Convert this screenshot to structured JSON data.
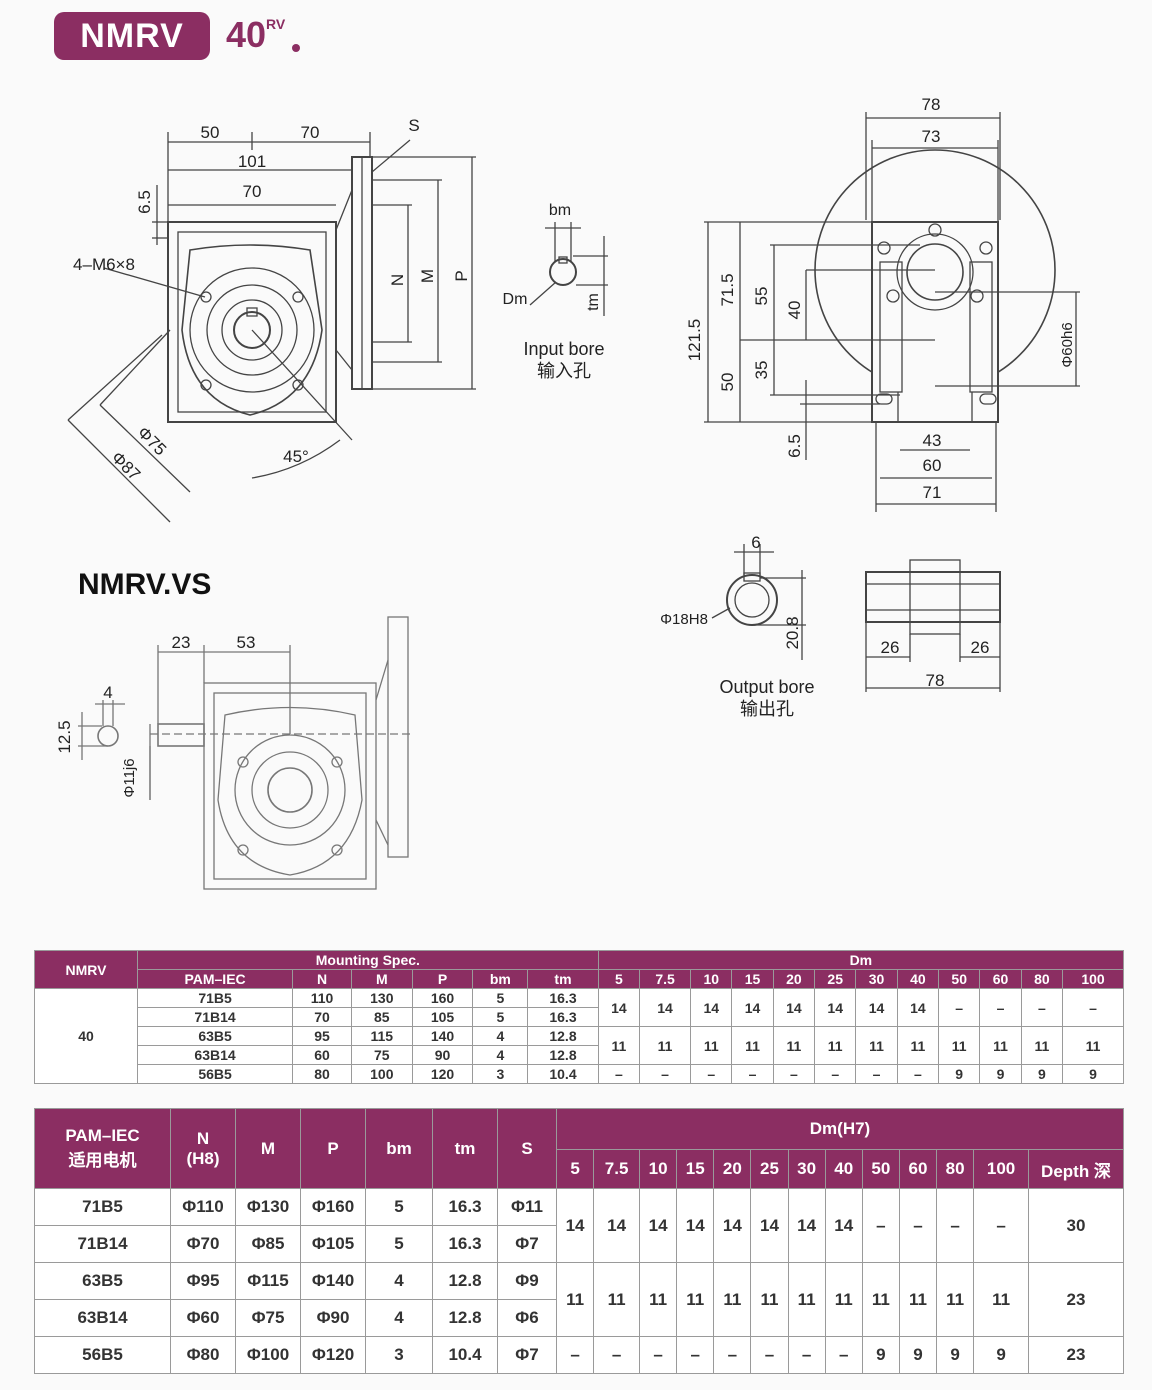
{
  "header": {
    "series": "NMRV",
    "size": "40",
    "sup": "RV"
  },
  "vs_title": "NMRV.VS",
  "labels": {
    "input_bore": "Input bore",
    "input_bore_cn": "输入孔",
    "output_bore": "Output bore",
    "output_bore_cn": "输出孔"
  },
  "dims": {
    "d50": "50",
    "d70": "70",
    "d101": "101",
    "d70b": "70",
    "d65": "6.5",
    "s": "S",
    "m6": "4–M6×8",
    "n": "N",
    "m": "M",
    "p": "P",
    "d75": "Φ75",
    "d87": "Φ87",
    "a45": "45°",
    "bm": "bm",
    "dm": "Dm",
    "tm": "tm",
    "d78": "78",
    "d73": "73",
    "d1215": "121.5",
    "d715": "71.5",
    "d55": "55",
    "d40": "40",
    "d35": "35",
    "d50b": "50",
    "d65b": "6.5",
    "d43": "43",
    "d60": "60",
    "d71": "71",
    "phi60": "Φ60h6",
    "o6": "6",
    "phi18": "Φ18H8",
    "o208": "20.8",
    "o26a": "26",
    "o26b": "26",
    "o78": "78",
    "v23": "23",
    "v53": "53",
    "v4": "4",
    "v125": "12.5",
    "phi11": "Φ11j6"
  },
  "table1": {
    "model_header": "NMRV",
    "mount_header": "Mounting Spec.",
    "dm_header": "Dm",
    "sub_headers": [
      "PAM–IEC",
      "N",
      "M",
      "P",
      "bm",
      "tm"
    ],
    "dm_cols": [
      "5",
      "7.5",
      "10",
      "15",
      "20",
      "25",
      "30",
      "40",
      "50",
      "60",
      "80",
      "100"
    ],
    "model": "40",
    "rows": [
      [
        "71B5",
        "110",
        "130",
        "160",
        "5",
        "16.3"
      ],
      [
        "71B14",
        "70",
        "85",
        "105",
        "5",
        "16.3"
      ],
      [
        "63B5",
        "95",
        "115",
        "140",
        "4",
        "12.8"
      ],
      [
        "63B14",
        "60",
        "75",
        "90",
        "4",
        "12.8"
      ],
      [
        "56B5",
        "80",
        "100",
        "120",
        "3",
        "10.4"
      ]
    ],
    "dm_groups": [
      [
        "14",
        "14",
        "14",
        "14",
        "14",
        "14",
        "14",
        "14",
        "–",
        "–",
        "–",
        "–"
      ],
      [
        "11",
        "11",
        "11",
        "11",
        "11",
        "11",
        "11",
        "11",
        "11",
        "11",
        "11",
        "11"
      ],
      [
        "–",
        "–",
        "–",
        "–",
        "–",
        "–",
        "–",
        "–",
        "9",
        "9",
        "9",
        "9"
      ]
    ]
  },
  "table2": {
    "headers": [
      "PAM–IEC",
      "N",
      "M",
      "P",
      "bm",
      "tm",
      "S"
    ],
    "pam_cn": "适用电机",
    "n_sub": "(H8)",
    "dm_header": "Dm(H7)",
    "dm_cols": [
      "5",
      "7.5",
      "10",
      "15",
      "20",
      "25",
      "30",
      "40",
      "50",
      "60",
      "80",
      "100"
    ],
    "depth_header": "Depth 深",
    "rows": [
      [
        "71B5",
        "Φ110",
        "Φ130",
        "Φ160",
        "5",
        "16.3",
        "Φ11"
      ],
      [
        "71B14",
        "Φ70",
        "Φ85",
        "Φ105",
        "5",
        "16.3",
        "Φ7"
      ],
      [
        "63B5",
        "Φ95",
        "Φ115",
        "Φ140",
        "4",
        "12.8",
        "Φ9"
      ],
      [
        "63B14",
        "Φ60",
        "Φ75",
        "Φ90",
        "4",
        "12.8",
        "Φ6"
      ],
      [
        "56B5",
        "Φ80",
        "Φ100",
        "Φ120",
        "3",
        "10.4",
        "Φ7"
      ]
    ],
    "dm_groups": [
      [
        "14",
        "14",
        "14",
        "14",
        "14",
        "14",
        "14",
        "14",
        "–",
        "–",
        "–",
        "–"
      ],
      [
        "11",
        "11",
        "11",
        "11",
        "11",
        "11",
        "11",
        "11",
        "11",
        "11",
        "11",
        "11"
      ],
      [
        "–",
        "–",
        "–",
        "–",
        "–",
        "–",
        "–",
        "–",
        "9",
        "9",
        "9",
        "9"
      ]
    ],
    "depths": [
      "30",
      "23",
      "23"
    ]
  }
}
